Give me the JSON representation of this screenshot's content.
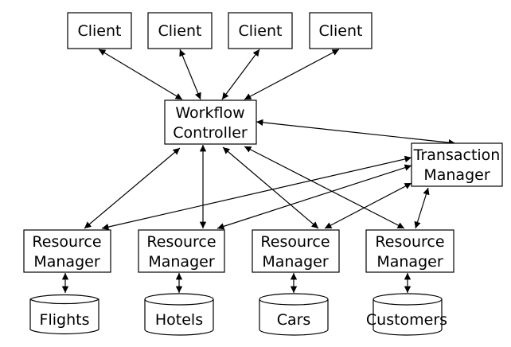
{
  "colors": {
    "background": "#ffffff",
    "stroke": "#000000",
    "text": "#000000"
  },
  "nodes": {
    "client1": {
      "label": "Client"
    },
    "client2": {
      "label": "Client"
    },
    "client3": {
      "label": "Client"
    },
    "client4": {
      "label": "Client"
    },
    "workflow_controller": {
      "line1": "Workflow",
      "line2": "Controller"
    },
    "transaction_manager": {
      "line1": "Transaction",
      "line2": "Manager"
    },
    "rm1": {
      "line1": "Resource",
      "line2": "Manager"
    },
    "rm2": {
      "line1": "Resource",
      "line2": "Manager"
    },
    "rm3": {
      "line1": "Resource",
      "line2": "Manager"
    },
    "rm4": {
      "line1": "Resource",
      "line2": "Manager"
    },
    "db1": {
      "label": "Flights"
    },
    "db2": {
      "label": "Hotels"
    },
    "db3": {
      "label": "Cars"
    },
    "db4": {
      "label": "Customers"
    }
  },
  "edges": [
    {
      "from": "client1",
      "to": "workflow_controller",
      "bidirectional": true
    },
    {
      "from": "client2",
      "to": "workflow_controller",
      "bidirectional": true
    },
    {
      "from": "client3",
      "to": "workflow_controller",
      "bidirectional": true
    },
    {
      "from": "client4",
      "to": "workflow_controller",
      "bidirectional": true
    },
    {
      "from": "workflow_controller",
      "to": "transaction_manager",
      "bidirectional": true
    },
    {
      "from": "workflow_controller",
      "to": "rm1",
      "bidirectional": true
    },
    {
      "from": "workflow_controller",
      "to": "rm2",
      "bidirectional": true
    },
    {
      "from": "workflow_controller",
      "to": "rm3",
      "bidirectional": true
    },
    {
      "from": "workflow_controller",
      "to": "rm4",
      "bidirectional": true
    },
    {
      "from": "transaction_manager",
      "to": "rm1",
      "bidirectional": true
    },
    {
      "from": "transaction_manager",
      "to": "rm2",
      "bidirectional": true
    },
    {
      "from": "transaction_manager",
      "to": "rm3",
      "bidirectional": true
    },
    {
      "from": "transaction_manager",
      "to": "rm4",
      "bidirectional": true
    },
    {
      "from": "rm1",
      "to": "db1",
      "bidirectional": true
    },
    {
      "from": "rm2",
      "to": "db2",
      "bidirectional": true
    },
    {
      "from": "rm3",
      "to": "db3",
      "bidirectional": true
    },
    {
      "from": "rm4",
      "to": "db4",
      "bidirectional": true
    }
  ]
}
